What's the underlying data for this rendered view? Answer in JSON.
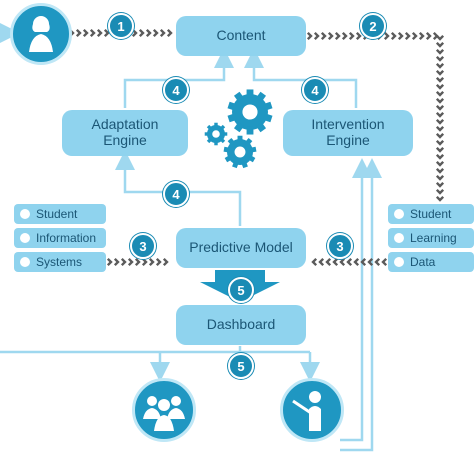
{
  "nodes": {
    "content": "Content",
    "adaptation_engine": "Adaptation\nEngine",
    "intervention_engine": "Intervention\nEngine",
    "predictive_model": "Predictive Model",
    "dashboard": "Dashboard"
  },
  "left_list": [
    "Student",
    "Information",
    "Systems"
  ],
  "right_list": [
    "Student",
    "Learning",
    "Data"
  ],
  "step_badges": [
    "1",
    "2",
    "3",
    "3",
    "4",
    "4",
    "4",
    "5",
    "5"
  ],
  "icons": {
    "student": "student-icon",
    "group": "group-icon",
    "instructor": "instructor-icon",
    "gears": "gears-icon"
  },
  "colors": {
    "box_fill": "#8fd3ee",
    "text": "#1b5675",
    "badge": "#1a8bb4",
    "line": "#9fd8ef",
    "chevron": "#5b5b5b"
  }
}
